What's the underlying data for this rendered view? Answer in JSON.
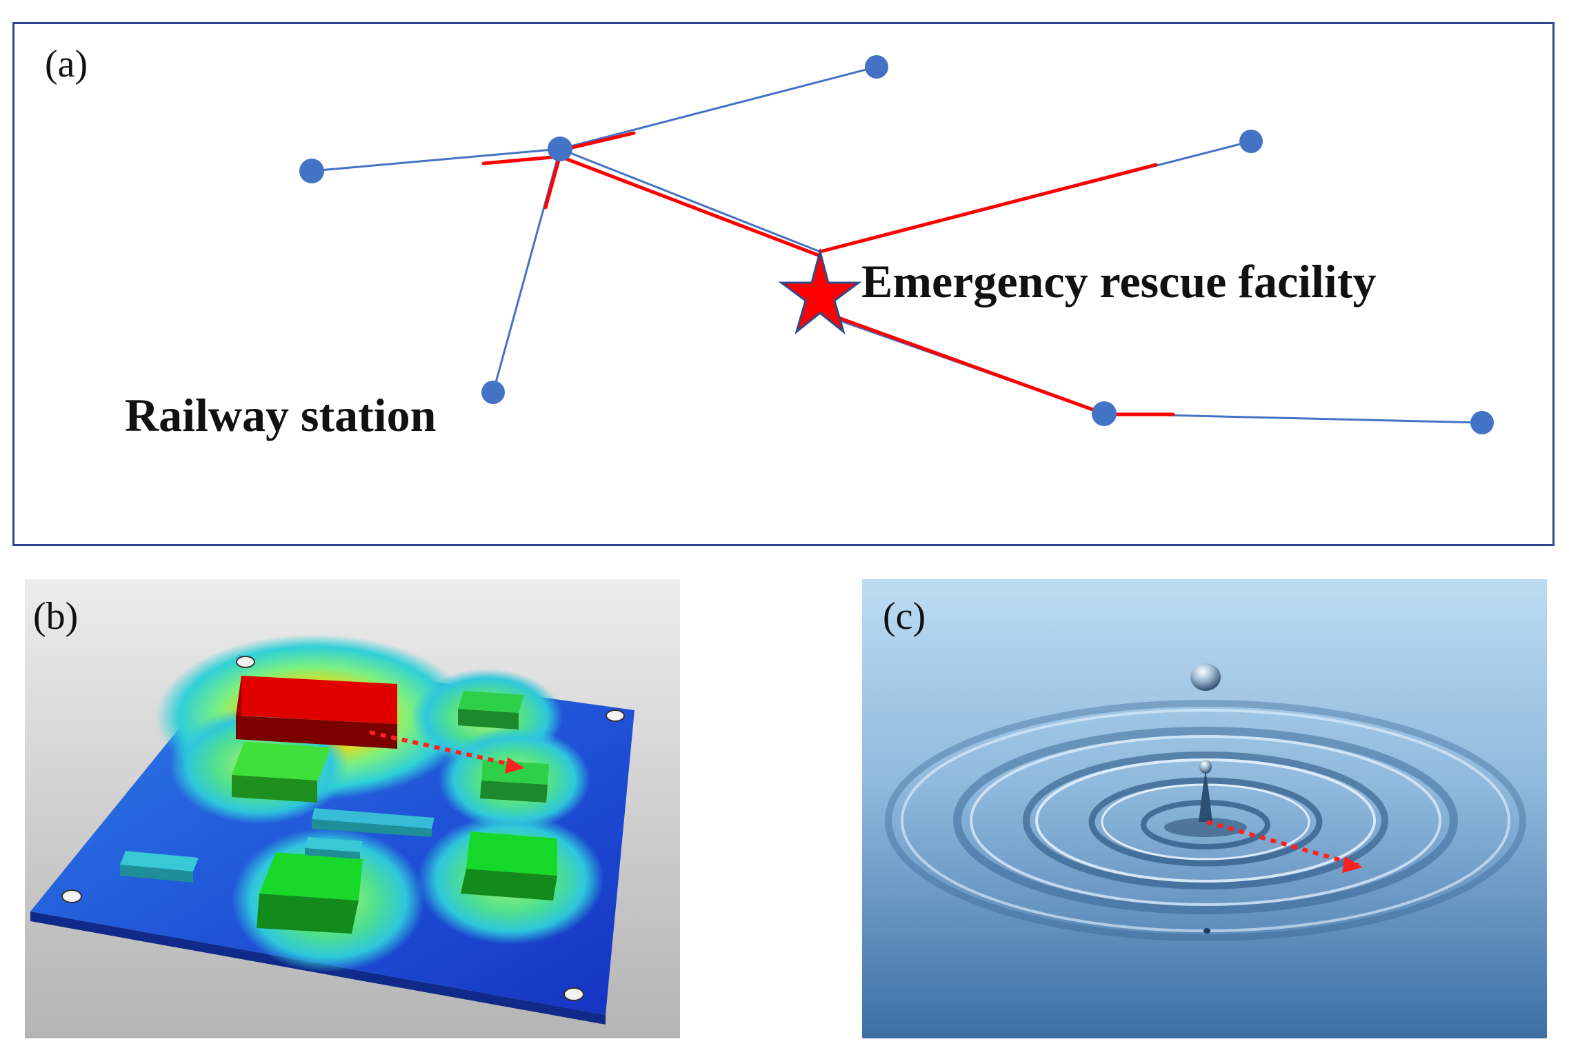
{
  "panel_a": {
    "label": "(a)",
    "facility_label": "Emergency rescue facility",
    "station_label": "Railway station",
    "colors": {
      "node": "#4472c4",
      "edge": "#4472c4",
      "highlight": "#ff0000",
      "star": "#ff0000"
    }
  },
  "panel_b": {
    "label": "(b)",
    "colors": {
      "base": "#1f3fcf",
      "hot": "#e00000",
      "warm": "#22cc22",
      "cool": "#33c6d6",
      "arrow": "#ff2020"
    }
  },
  "panel_c": {
    "label": "(c)",
    "colors": {
      "water_top": "#bcdcf2",
      "water_bottom": "#3d6fa5",
      "arrow": "#ff2020"
    }
  }
}
